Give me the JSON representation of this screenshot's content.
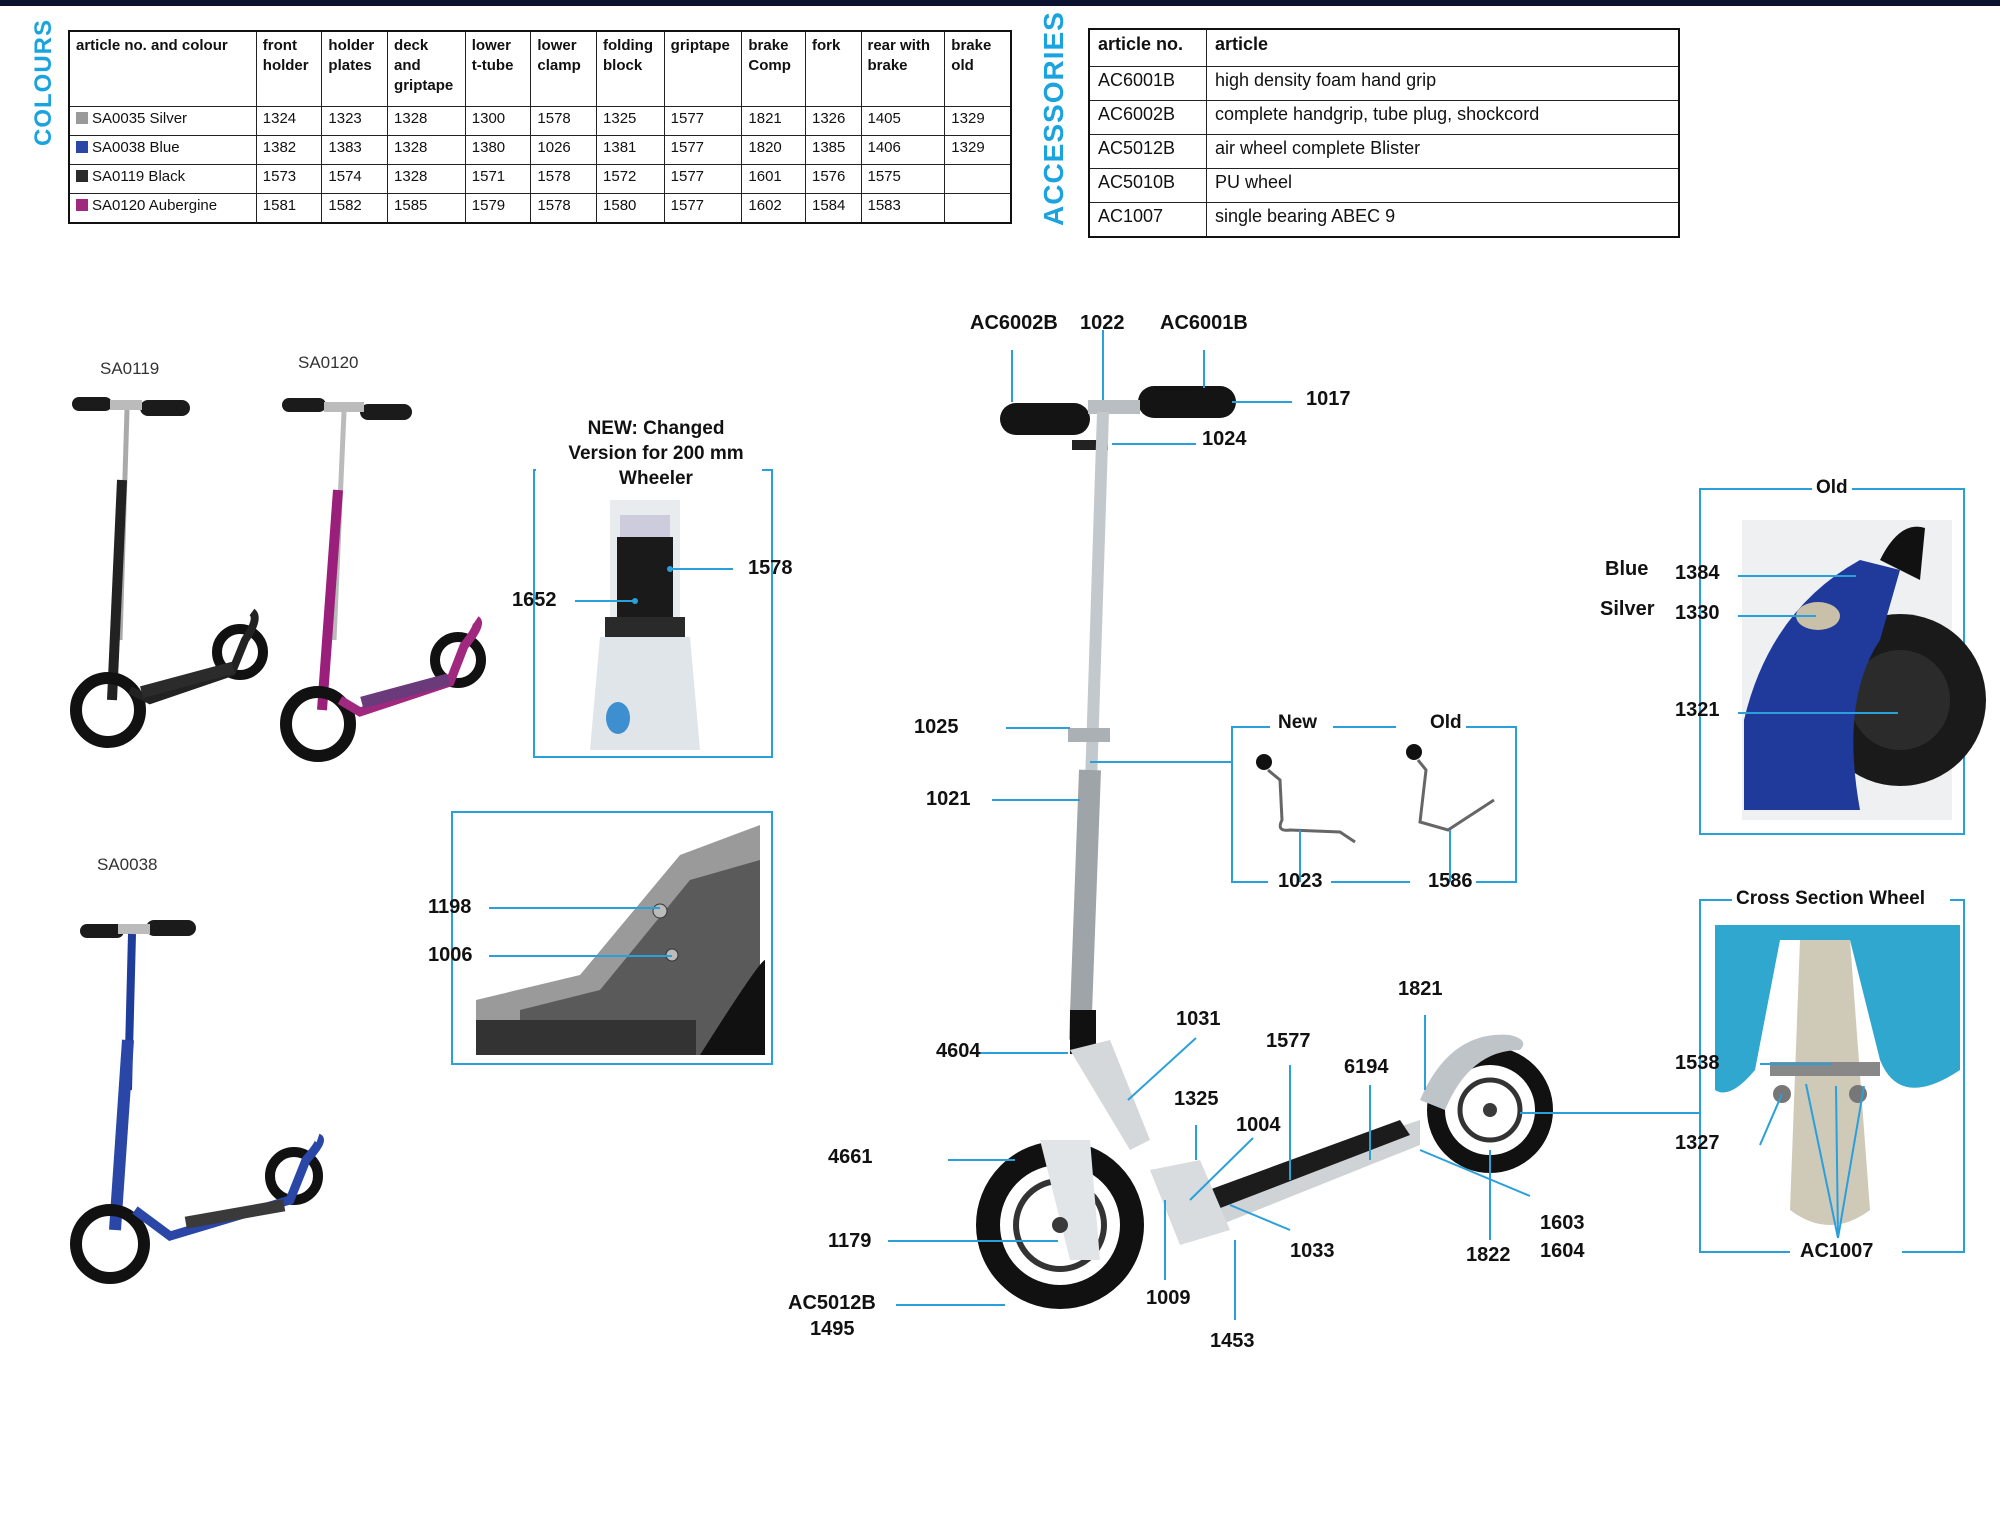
{
  "colours": {
    "title": "COLOURS",
    "headers": [
      "article no. and colour",
      "front holder",
      "holder plates",
      "deck and griptape",
      "lower t-tube",
      "lower clamp",
      "folding block",
      "griptape",
      "brake Comp",
      "fork",
      "rear with brake",
      "brake old"
    ],
    "rows": [
      {
        "swatch": "#9a9a9a",
        "cells": [
          "SA0035 Silver",
          "1324",
          "1323",
          "1328",
          "1300",
          "1578",
          "1325",
          "1577",
          "1821",
          "1326",
          "1405",
          "1329"
        ]
      },
      {
        "swatch": "#2a47a8",
        "cells": [
          "SA0038 Blue",
          "1382",
          "1383",
          "1328",
          "1380",
          "1026",
          "1381",
          "1577",
          "1820",
          "1385",
          "1406",
          "1329"
        ]
      },
      {
        "swatch": "#2a2a2a",
        "cells": [
          "SA0119 Black",
          "1573",
          "1574",
          "1328",
          "1571",
          "1578",
          "1572",
          "1577",
          "1601",
          "1576",
          "1575",
          ""
        ]
      },
      {
        "swatch": "#a0287f",
        "cells": [
          "SA0120 Aubergine",
          "1581",
          "1582",
          "1585",
          "1579",
          "1578",
          "1580",
          "1577",
          "1602",
          "1584",
          "1583",
          ""
        ]
      }
    ]
  },
  "accessories": {
    "title": "ACCESSORIES",
    "headers": [
      "article no.",
      "article"
    ],
    "rows": [
      [
        "AC6001B",
        "high density foam hand grip"
      ],
      [
        "AC6002B",
        "complete handgrip, tube plug, shockcord"
      ],
      [
        "AC5012B",
        "air wheel complete Blister"
      ],
      [
        "AC5010B",
        "PU wheel"
      ],
      [
        "AC1007",
        "single bearing ABEC 9"
      ]
    ]
  },
  "photos": {
    "sa0119": "SA0119",
    "sa0120": "SA0120",
    "sa0038": "SA0038"
  },
  "insets": {
    "new_changed": "NEW: Changed Version for 200 mm Wheeler",
    "new": "New",
    "old": "Old",
    "old_brake": "Old",
    "cross_section": "Cross Section Wheel",
    "blue": "Blue",
    "silver": "Silver"
  },
  "parts": {
    "ac6002b": "AC6002B",
    "p1022": "1022",
    "ac6001b": "AC6001B",
    "p1017": "1017",
    "p1024": "1024",
    "p1652": "1652",
    "p1578": "1578",
    "p1198": "1198",
    "p1006": "1006",
    "p1025": "1025",
    "p1021": "1021",
    "p1023": "1023",
    "p1586": "1586",
    "p1384": "1384",
    "p1330": "1330",
    "p1321": "1321",
    "p1821": "1821",
    "p1031": "1031",
    "p1577": "1577",
    "p6194": "6194",
    "p4604": "4604",
    "p1325": "1325",
    "p1004": "1004",
    "p4661": "4661",
    "p1179": "1179",
    "p1033": "1033",
    "p1603": "1603",
    "p1604": "1604",
    "p1822": "1822",
    "p1009": "1009",
    "ac5012b": "AC5012B",
    "p1495": "1495",
    "p1453": "1453",
    "p1538": "1538",
    "p1327": "1327",
    "ac1007": "AC1007"
  },
  "colors": {
    "accent": "#1aa3df",
    "leader": "#2aa0db"
  }
}
